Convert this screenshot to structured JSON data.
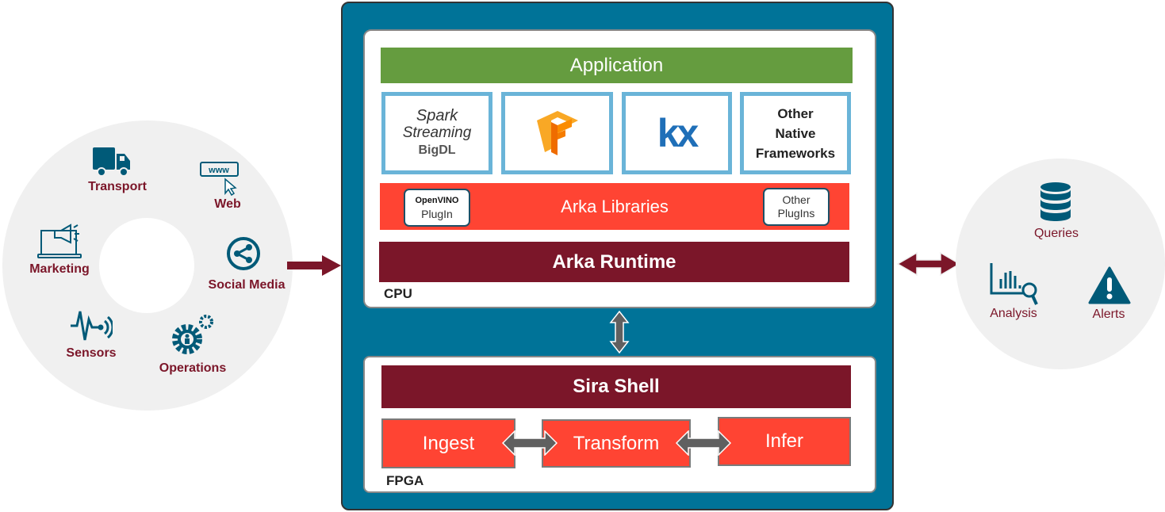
{
  "sources": {
    "items": [
      {
        "label": "Transport",
        "icon": "truck-icon"
      },
      {
        "label": "Web",
        "icon": "www-cursor-icon"
      },
      {
        "label": "Marketing",
        "icon": "laptop-megaphone-icon"
      },
      {
        "label": "Social Media",
        "icon": "share-icon"
      },
      {
        "label": "Sensors",
        "icon": "signal-wave-icon"
      },
      {
        "label": "Operations",
        "icon": "gears-user-icon"
      }
    ]
  },
  "cpu": {
    "label": "CPU",
    "application": "Application",
    "frameworks": [
      {
        "logo_text": "Spark Streaming BigDL",
        "spark": "Spark",
        "streaming": "Streaming",
        "bigdl": "BigDL"
      },
      {
        "logo_text": "TensorFlow",
        "icon": "tensorflow-logo"
      },
      {
        "logo_text": "kx"
      },
      {
        "label": "Other Native Frameworks",
        "l1": "Other",
        "l2": "Native",
        "l3": "Frameworks"
      }
    ],
    "libraries": {
      "label": "Arka Libraries",
      "openvino": "OpenVINO",
      "openvino_plugin": "PlugIn",
      "other1": "Other",
      "other2": "PlugIns"
    },
    "runtime": "Arka Runtime"
  },
  "fpga": {
    "label": "FPGA",
    "shell": "Sira Shell",
    "stages": [
      "Ingest",
      "Transform",
      "Infer"
    ]
  },
  "outputs": {
    "items": [
      {
        "label": "Queries",
        "icon": "database-icon"
      },
      {
        "label": "Analysis",
        "icon": "chart-search-icon"
      },
      {
        "label": "Alerts",
        "icon": "warning-icon"
      }
    ]
  },
  "colors": {
    "teal": "#007398",
    "maroon": "#7b1629",
    "green": "#659c3f",
    "red": "#ff4433",
    "blue": "#6ab4d8",
    "circle": "#f0f0f0",
    "icon": "#005a78"
  }
}
